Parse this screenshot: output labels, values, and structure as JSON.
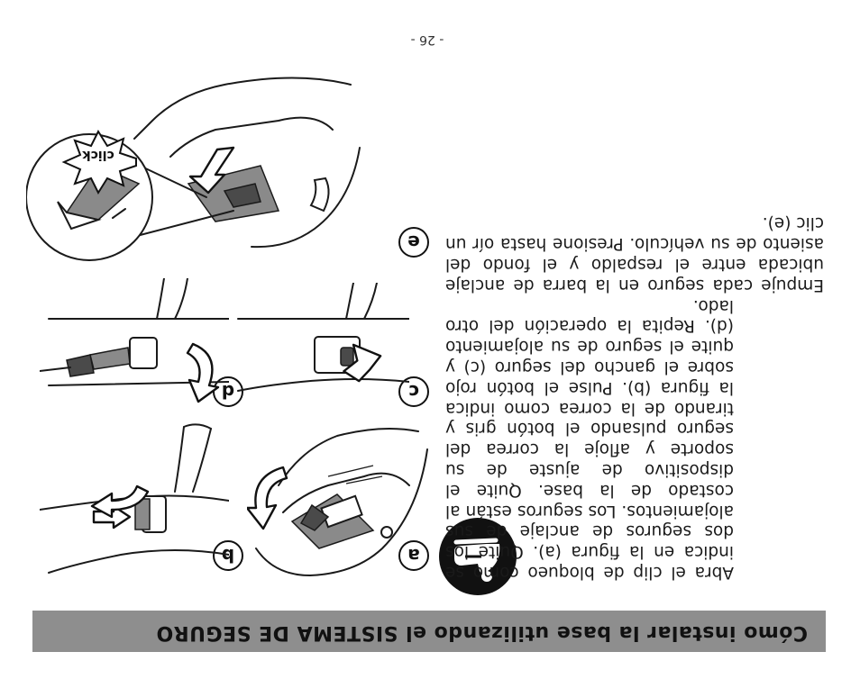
{
  "header": {
    "title": "Cómo instalar la base utilizando el SISTEMA DE SEGURO"
  },
  "instructions": {
    "paragraph_1": "Abra el clip de bloqueo como se indica en la figura (a). Quite los dos seguros de anclaje de sus alojamientos. Los seguros están al costado de la base. Quite el dispositivo de ajuste de su soporte y afloje la correa del seguro pulsando el botón gris y tirando de la correa como indica la figura (b). Pulse el botón rojo sobre el gancho del seguro (c) y quite el seguro de su alojamiento (d). Repita la operación del otro lado.",
    "paragraph_2": "Empuje cada seguro en la barra de anclaje ubicada entre el respaldo y el fondo del asiento de su vehículo. Presione hasta oír un clic (e)."
  },
  "figures": {
    "a": {
      "label": "a"
    },
    "b": {
      "label": "b"
    },
    "c": {
      "label": "c"
    },
    "d": {
      "label": "d"
    },
    "e": {
      "label": "e"
    },
    "click_text": "click"
  },
  "icons": {
    "baby_seat": "baby-car-seat-icon",
    "badge_color": "#111111",
    "header_color": "#8e8e8e"
  },
  "footer": {
    "page_number": "- 26 -"
  }
}
